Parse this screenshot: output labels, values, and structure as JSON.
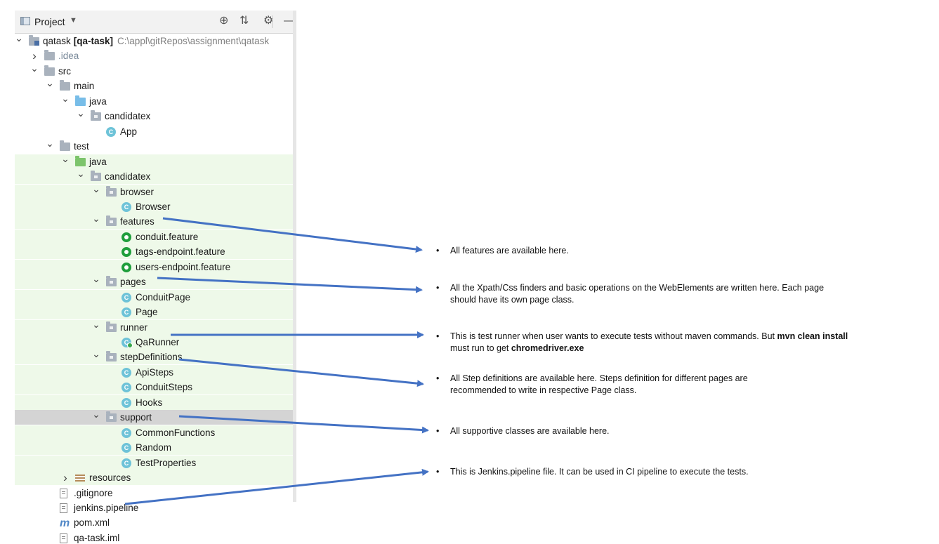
{
  "toolbar": {
    "title": "Project",
    "dropdown_icon": "chevron-down-icon",
    "buttons": [
      {
        "name": "locate-icon",
        "glyph": "⊕"
      },
      {
        "name": "collapse-all-icon",
        "glyph": "⇅"
      },
      {
        "name": "gear-icon",
        "glyph": "⚙"
      },
      {
        "name": "hide-icon",
        "glyph": "—"
      }
    ]
  },
  "tree": [
    {
      "label": "qatask",
      "bold_suffix": "[qa-task]",
      "path": "C:\\appl\\gitRepos\\assignment\\qatask",
      "level": 0,
      "expand": "down",
      "icon": "module-folder-icon"
    },
    {
      "label": ".idea",
      "level": 1,
      "expand": "right",
      "icon": "folder-icon",
      "dim": true
    },
    {
      "label": "src",
      "level": 1,
      "expand": "down",
      "icon": "folder-icon"
    },
    {
      "label": "main",
      "level": 2,
      "expand": "down",
      "icon": "folder-icon"
    },
    {
      "label": "java",
      "level": 3,
      "expand": "down",
      "icon": "source-folder-icon"
    },
    {
      "label": "candidatex",
      "level": 4,
      "expand": "down",
      "icon": "package-icon"
    },
    {
      "label": "App",
      "level": 5,
      "icon": "class-icon"
    },
    {
      "label": "test",
      "level": 2,
      "expand": "down",
      "icon": "folder-icon"
    },
    {
      "label": "java",
      "level": 3,
      "expand": "down",
      "icon": "test-folder-icon",
      "green": true
    },
    {
      "label": "candidatex",
      "level": 4,
      "expand": "down",
      "icon": "package-icon",
      "green": true
    },
    {
      "label": "browser",
      "level": 5,
      "expand": "down",
      "icon": "package-icon",
      "green": true
    },
    {
      "label": "Browser",
      "level": 6,
      "icon": "class-icon",
      "green": true
    },
    {
      "label": "features",
      "level": 5,
      "expand": "down",
      "icon": "package-icon",
      "green": true
    },
    {
      "label": "conduit.feature",
      "level": 6,
      "icon": "feature-file-icon",
      "green": true
    },
    {
      "label": "tags-endpoint.feature",
      "level": 6,
      "icon": "feature-file-icon",
      "green": true
    },
    {
      "label": "users-endpoint.feature",
      "level": 6,
      "icon": "feature-file-icon",
      "green": true
    },
    {
      "label": "pages",
      "level": 5,
      "expand": "down",
      "icon": "package-icon",
      "green": true
    },
    {
      "label": "ConduitPage",
      "level": 6,
      "icon": "class-icon",
      "green": true
    },
    {
      "label": "Page",
      "level": 6,
      "icon": "class-icon",
      "green": true
    },
    {
      "label": "runner",
      "level": 5,
      "expand": "down",
      "icon": "package-icon",
      "green": true
    },
    {
      "label": "QaRunner",
      "level": 6,
      "icon": "runner-class-icon",
      "green": true
    },
    {
      "label": "stepDefinitions",
      "level": 5,
      "expand": "down",
      "icon": "package-icon",
      "green": true
    },
    {
      "label": "ApiSteps",
      "level": 6,
      "icon": "class-icon",
      "green": true
    },
    {
      "label": "ConduitSteps",
      "level": 6,
      "icon": "class-icon",
      "green": true
    },
    {
      "label": "Hooks",
      "level": 6,
      "icon": "class-icon",
      "green": true
    },
    {
      "label": "support",
      "level": 5,
      "expand": "down",
      "icon": "package-icon",
      "green": true,
      "selected": true
    },
    {
      "label": "CommonFunctions",
      "level": 6,
      "icon": "class-icon",
      "green": true
    },
    {
      "label": "Random",
      "level": 6,
      "icon": "class-icon",
      "green": true
    },
    {
      "label": "TestProperties",
      "level": 6,
      "icon": "class-icon",
      "green": true
    },
    {
      "label": "resources",
      "level": 3,
      "expand": "right",
      "icon": "resources-folder-icon",
      "green": true
    },
    {
      "label": ".gitignore",
      "level": 2,
      "icon": "file-icon"
    },
    {
      "label": "jenkins.pipeline",
      "level": 2,
      "icon": "file-icon"
    },
    {
      "label": "pom.xml",
      "level": 2,
      "icon": "maven-icon"
    },
    {
      "label": "qa-task.iml",
      "level": 2,
      "icon": "file-icon"
    }
  ],
  "notes": [
    {
      "bullet": "•",
      "lines": [
        "All features are available here."
      ],
      "from_row": 12
    },
    {
      "bullet": "•",
      "lines": [
        "All the Xpath/Css finders and basic operations on the WebElements are written here. Each page",
        "should have its own page class."
      ],
      "from_row": 16
    },
    {
      "bullet": "•",
      "lines": [
        "This is test runner when user wants to execute tests without maven commands. But ",
        "must run to get "
      ],
      "bold": [
        "mvn clean install",
        "chromedriver.exe"
      ],
      "from_row": 20
    },
    {
      "bullet": "•",
      "lines": [
        "All Step definitions are available here. Steps definition for different pages are",
        "recommended to write in respective Page class."
      ],
      "from_row": 21
    },
    {
      "bullet": "•",
      "lines": [
        "All supportive classes are available here."
      ],
      "from_row": 25
    },
    {
      "bullet": "•",
      "lines": [
        "This is Jenkins.pipeline file. It can be used in CI pipeline to execute the tests."
      ],
      "from_row": 31
    }
  ],
  "colors": {
    "arrow": "#4472c4",
    "test_bg": "#eef9e9",
    "selected_bg": "#d4d4d4"
  }
}
